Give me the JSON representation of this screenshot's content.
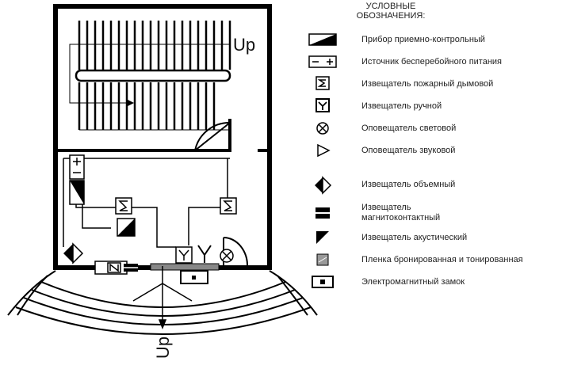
{
  "plan": {
    "up_label_top": "Up",
    "up_label_bottom": "Up"
  },
  "legend": {
    "title_line1": "УСЛОВНЫЕ",
    "title_line2": "ОБОЗНАЧЕНИЯ:",
    "items": [
      {
        "icon": "control-panel-icon",
        "label": "Прибор приемно-контрольный"
      },
      {
        "icon": "ups-icon",
        "label": "Источник бесперебойного питания"
      },
      {
        "icon": "smoke-detector-icon",
        "label": "Извещатель пожарный дымовой"
      },
      {
        "icon": "manual-call-point-icon",
        "label": "Извещатель ручной"
      },
      {
        "icon": "light-alarm-icon",
        "label": "Оповещатель световой"
      },
      {
        "icon": "sound-alarm-icon",
        "label": "Оповещатель звуковой"
      },
      {
        "icon": "volume-detector-icon",
        "label": "Извещатель объемный"
      },
      {
        "icon": "magnetic-contact-icon",
        "label": "Извещатель",
        "label2": "магнитоконтактный"
      },
      {
        "icon": "acoustic-detector-icon",
        "label": "Извещатель акустический"
      },
      {
        "icon": "armored-film-icon",
        "label": "Пленка бронированная и тонированная"
      },
      {
        "icon": "electromagnetic-lock-icon",
        "label": "Электромагнитный замок"
      }
    ]
  }
}
